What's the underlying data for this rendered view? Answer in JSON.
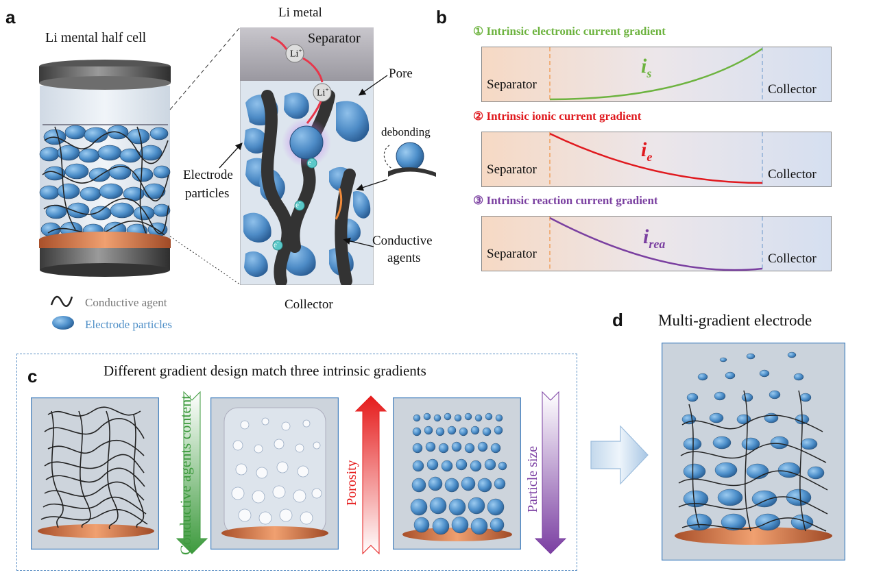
{
  "panel_labels": {
    "a": "a",
    "b": "b",
    "c": "c",
    "d": "d"
  },
  "panel_a": {
    "title": "Li mental half cell",
    "li_metal": "Li metal",
    "separator": "Separator",
    "pore": "Pore",
    "debonding": "debonding",
    "electrode_particles_1": "Electrode",
    "electrode_particles_2": "particles",
    "conductive_agents_1": "Conductive",
    "conductive_agents_2": "agents",
    "collector": "Collector",
    "ion": "Li",
    "ion_charge": "+",
    "electron": "e",
    "electron_charge": "-",
    "legend_conductive": "Conductive agent",
    "legend_particles": "Electrode particles",
    "colors": {
      "legend_conductive": "#777777",
      "legend_particles": "#4f8fc7"
    }
  },
  "panel_b": {
    "gradients": [
      {
        "title": "① Intrinsic electronic current gradient",
        "symbol": "i",
        "subscript": "s",
        "left": "Separator",
        "right": "Collector",
        "trend": "increasing",
        "color": "#6db33f"
      },
      {
        "title": "② Intrinsic ionic current gradient",
        "symbol": "i",
        "subscript": "e",
        "left": "Separator",
        "right": "Collector",
        "trend": "decreasing",
        "color": "#e0191e"
      },
      {
        "title": "③ Intrinsic reaction current gradient",
        "symbol": "i",
        "subscript": "rea",
        "left": "Separator",
        "right": "Collector",
        "trend": "decreasing",
        "color": "#7a3fa0"
      }
    ]
  },
  "panel_c": {
    "title": "Different gradient design match three intrinsic gradients",
    "arrow_conductive": "Conductive agents content",
    "arrow_porosity": "Porosity",
    "arrow_particle": "Particle size",
    "colors": {
      "conductive": "#3d9a3d",
      "porosity": "#e51b1b",
      "particle": "#7b3fa2"
    }
  },
  "panel_d": {
    "title": "Multi-gradient electrode"
  }
}
